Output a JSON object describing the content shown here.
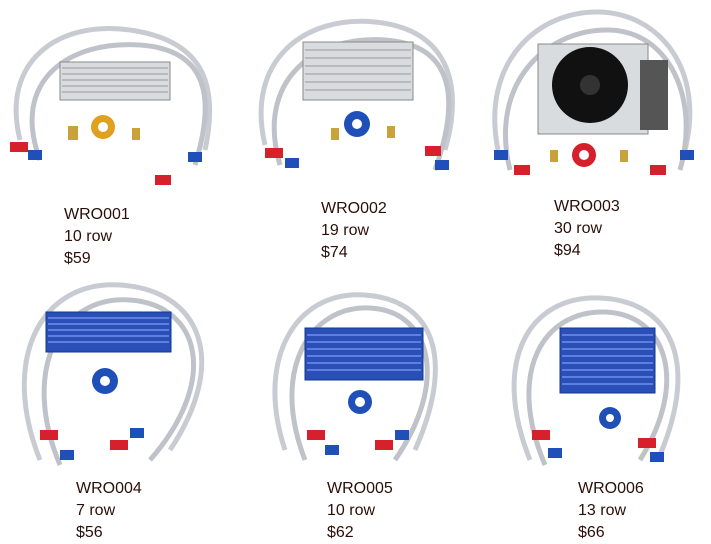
{
  "products": [
    {
      "code": "WRO001",
      "rows": "10 row",
      "price": "$59",
      "cooler_color": "silver",
      "fitting_color": "gold"
    },
    {
      "code": "WRO002",
      "rows": "19 row",
      "price": "$74",
      "cooler_color": "silver",
      "fitting_color": "blue"
    },
    {
      "code": "WRO003",
      "rows": "30 row",
      "price": "$94",
      "cooler_color": "silver",
      "fitting_color": "red"
    },
    {
      "code": "WRO004",
      "rows": "7 row",
      "price": "$56",
      "cooler_color": "blue",
      "fitting_color": "blue"
    },
    {
      "code": "WRO005",
      "rows": "10 row",
      "price": "$62",
      "cooler_color": "blue",
      "fitting_color": "blue"
    },
    {
      "code": "WRO006",
      "rows": "13 row",
      "price": "$66",
      "cooler_color": "blue",
      "fitting_color": "blue"
    }
  ],
  "colors": {
    "text": "#2a0f08",
    "hose": "#c8ccd2",
    "fitting_red": "#d6202c",
    "fitting_blue": "#1f4fb8",
    "silver": "#d9dcdf",
    "blue_cooler": "#2a4fb8",
    "gold": "#e0a020"
  }
}
